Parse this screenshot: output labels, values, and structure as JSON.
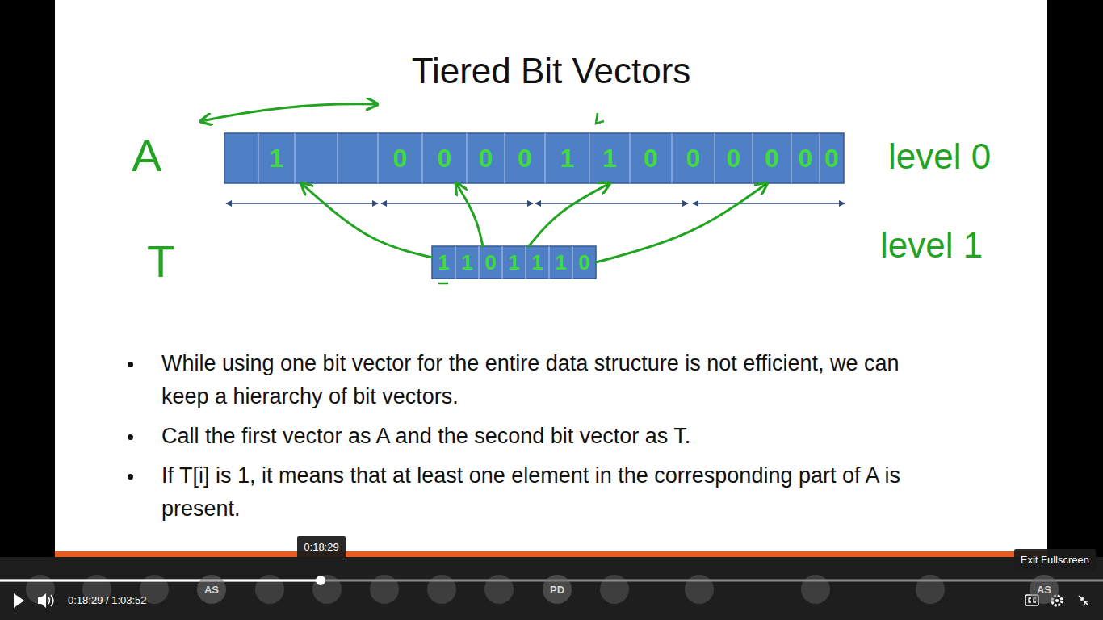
{
  "diagram": {
    "title": "Tiered Bit Vectors",
    "nodes": [
      {
        "text": [
          "A",
          "level 0"
        ]
      },
      {
        "text": [
          "T",
          "level 1"
        ]
      },
      {
        "text": [
          "0:18:29"
        ]
      },
      {
        "text": [
          "Exit Fullscreen"
        ]
      },
      {
        "text": [
          "AS"
        ]
      },
      {
        "text": [
          "PD"
        ]
      },
      {
        "text": [
          "AS"
        ]
      }
    ],
    "edges": [
      {
        "from": 1,
        "to": 0,
        "arrow": "to"
      },
      {
        "from": 1,
        "to": 0,
        "arrow": "to"
      },
      {
        "from": 1,
        "to": 0,
        "arrow": "to"
      },
      {
        "from": 1,
        "to": 0,
        "arrow": "to"
      }
    ],
    "labels": [
      "1",
      "0",
      "0",
      "0",
      "0",
      "1",
      "1",
      "0",
      "0",
      "0",
      "0",
      "0",
      "0",
      "1",
      "1",
      "0",
      "1",
      "1",
      "1",
      "0",
      "While using one bit vector for the entire data structure is not efficient, we can keep a hierarchy of bit vectors.",
      "Call the first vector as A and the second bit vector as T.",
      "If T[i] is 1, it means that at least one element in the corresponding part of A is present.",
      "0:18:29 / 1:03:52"
    ]
  }
}
